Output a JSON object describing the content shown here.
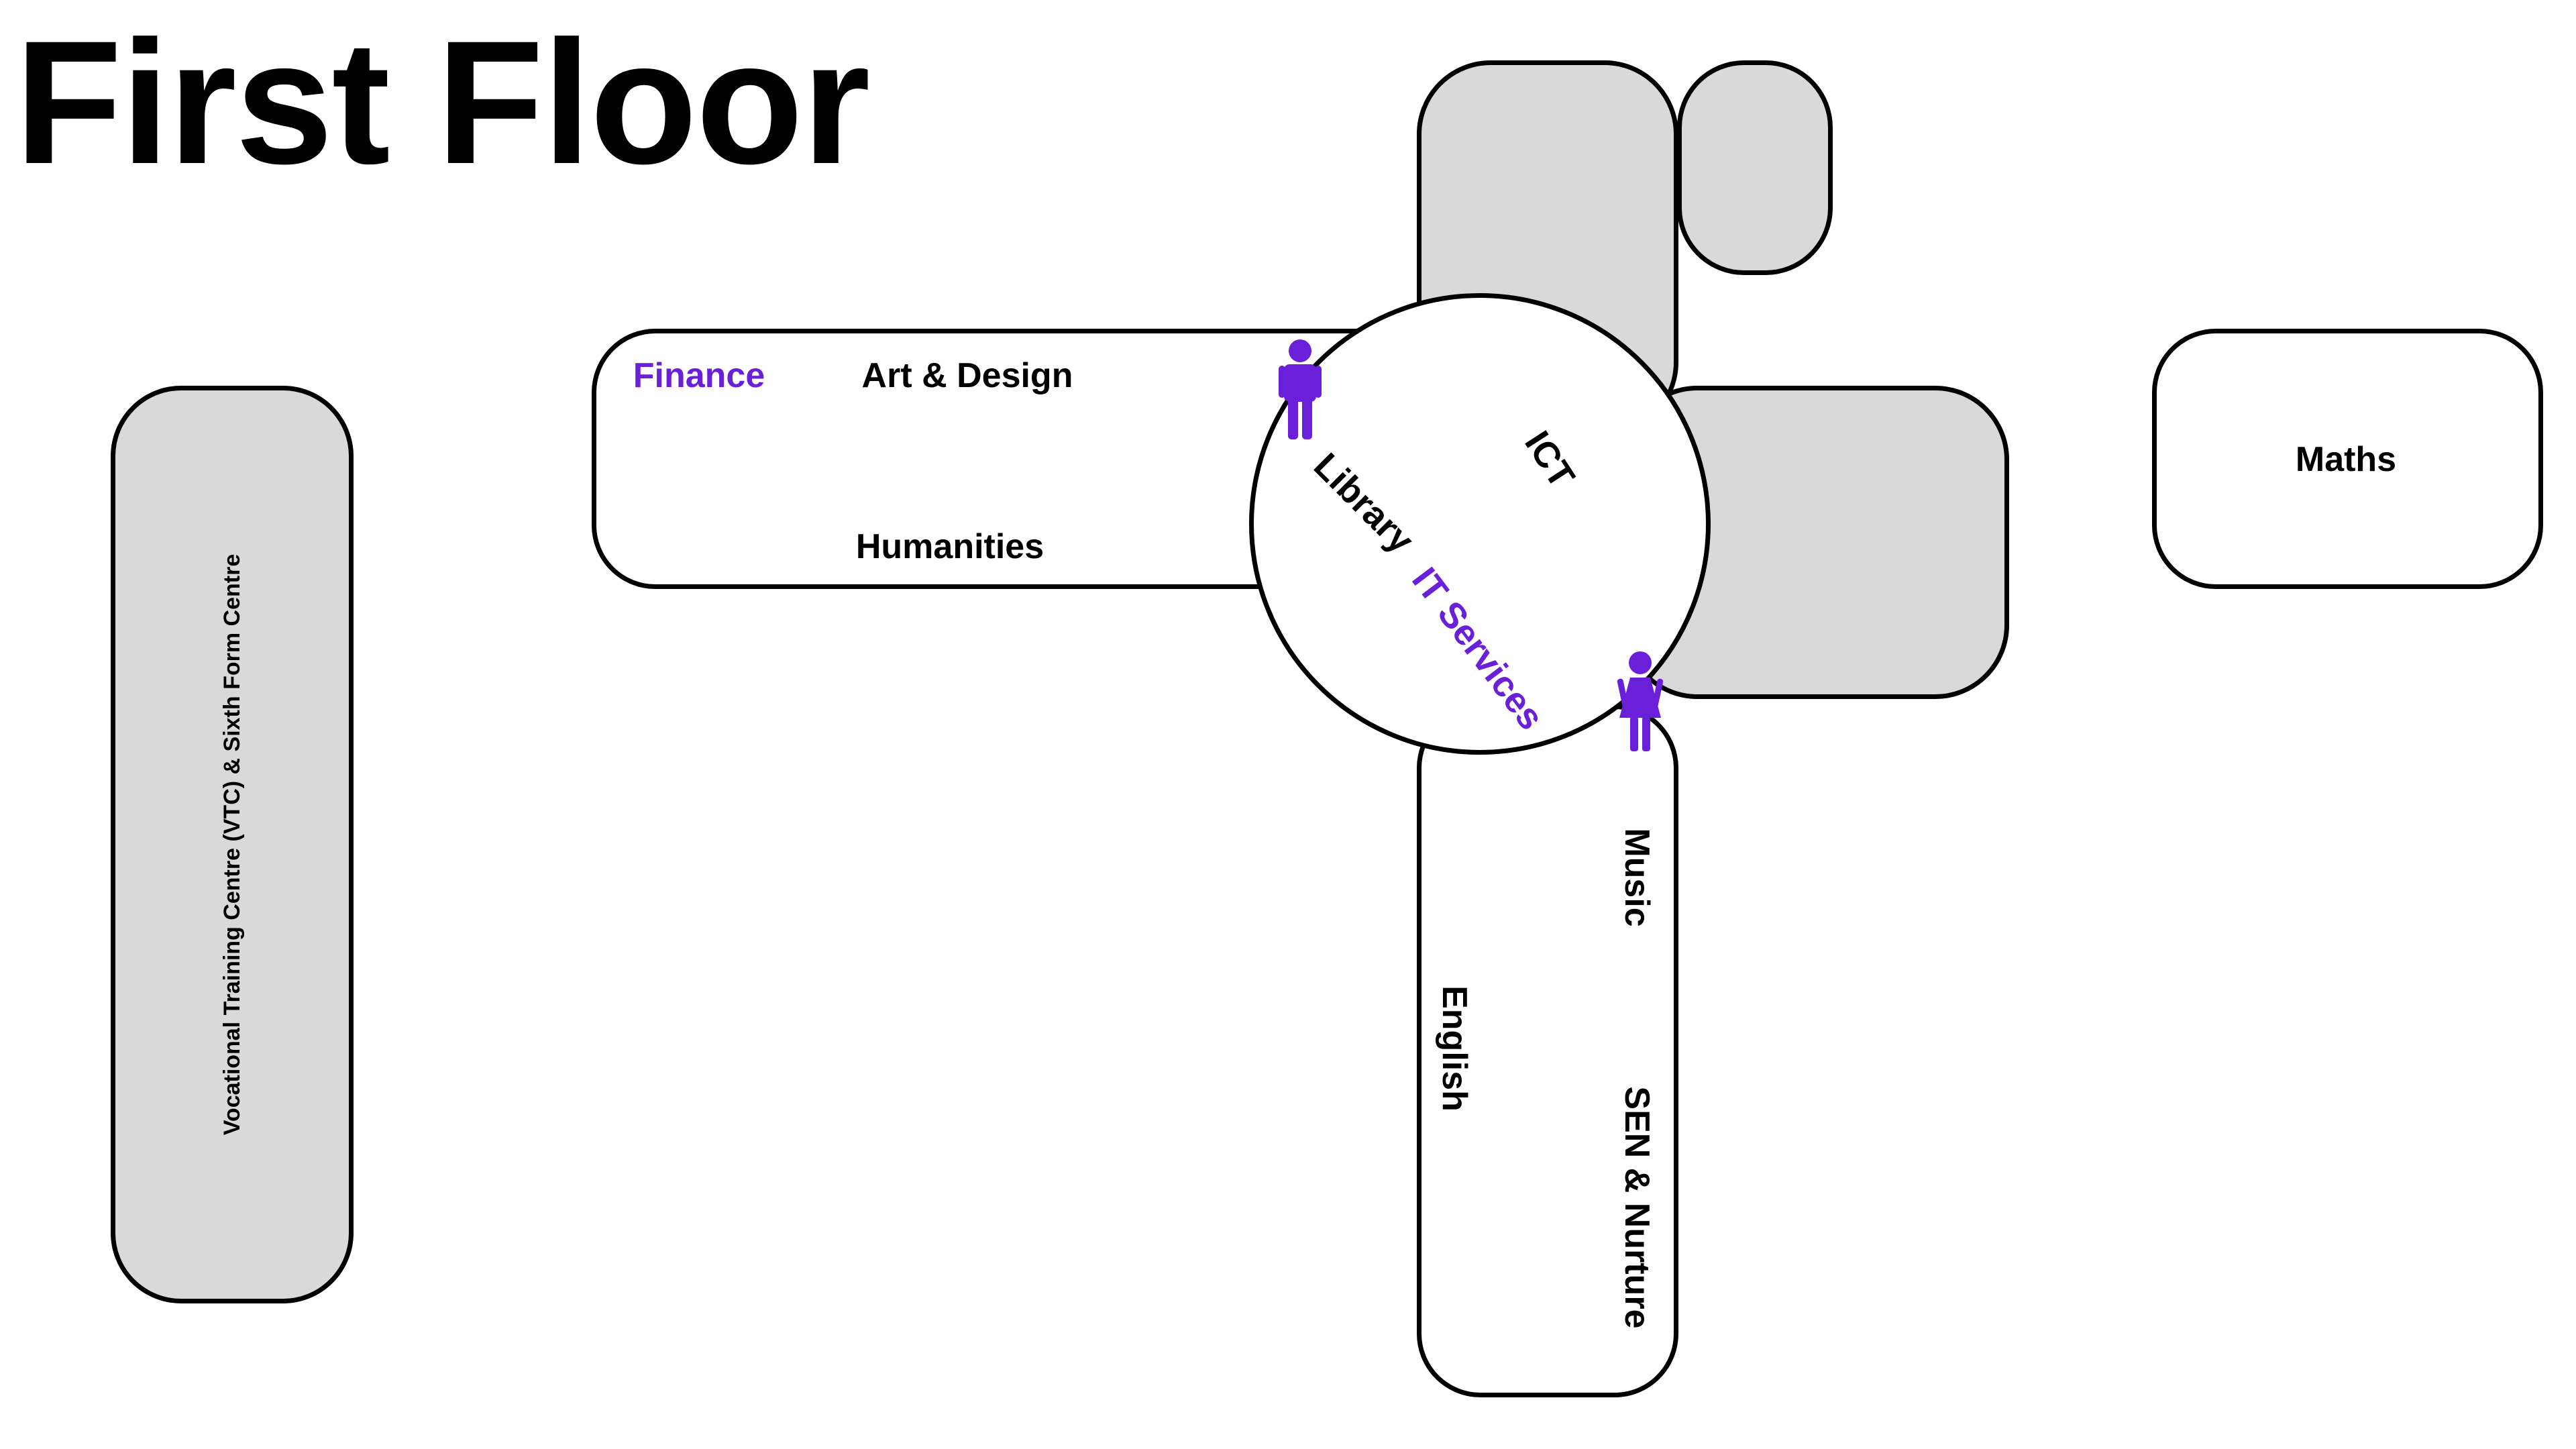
{
  "page": {
    "title": "First Floor"
  },
  "rooms": {
    "vtc": "Vocational Training Centre (VTC)  & Sixth Form Centre",
    "finance": "Finance",
    "art_design": "Art & Design",
    "humanities": "Humanities",
    "library": "Library",
    "it_services": "IT Services",
    "ict": "ICT",
    "maths": "Maths",
    "music": "Music",
    "english": "English",
    "sen_nurture": "SEN & Nurture"
  },
  "icons": {
    "male_toilet": "male-person-icon",
    "female_toilet": "female-person-icon"
  },
  "colors": {
    "accent": "#6a1fd8",
    "room_fill": "#ffffff",
    "closed_fill": "#d9d9d9",
    "outline": "#000000"
  }
}
